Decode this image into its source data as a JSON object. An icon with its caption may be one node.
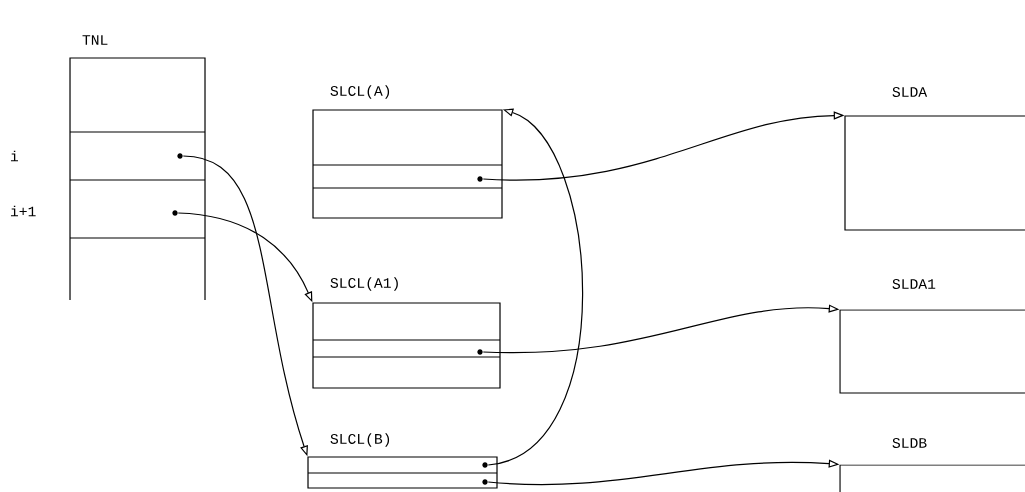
{
  "diagram": {
    "nodes": [
      {
        "text": [
          "TNL"
        ]
      },
      {
        "text": [],
        "shape": "circle",
        "in": 0
      },
      {
        "text": [],
        "shape": "circle",
        "in": 0
      },
      {
        "text": [
          "SLCL(A)"
        ]
      },
      {
        "text": [],
        "shape": "circle",
        "in": 3
      },
      {
        "text": [
          "SLCL(A1)"
        ]
      },
      {
        "text": [],
        "shape": "circle",
        "in": 5
      },
      {
        "text": [
          "SLCL(B)"
        ]
      },
      {
        "text": [],
        "shape": "circle",
        "in": 7
      },
      {
        "text": [],
        "shape": "circle",
        "in": 7
      },
      {
        "text": [
          "SLDA"
        ]
      },
      {
        "text": [
          "SLDA1"
        ]
      },
      {
        "text": [
          "SLDB"
        ]
      }
    ],
    "edges": [
      {
        "from": 1,
        "to": 7,
        "arrow": "to"
      },
      {
        "from": 2,
        "to": 5,
        "arrow": "to"
      },
      {
        "from": 4,
        "to": 10,
        "arrow": "to"
      },
      {
        "from": 6,
        "to": 11,
        "arrow": "to"
      },
      {
        "from": 8,
        "to": 3,
        "arrow": "to"
      },
      {
        "from": 9,
        "to": 12,
        "arrow": "to"
      }
    ],
    "labels": [
      "i",
      "i+1"
    ]
  }
}
